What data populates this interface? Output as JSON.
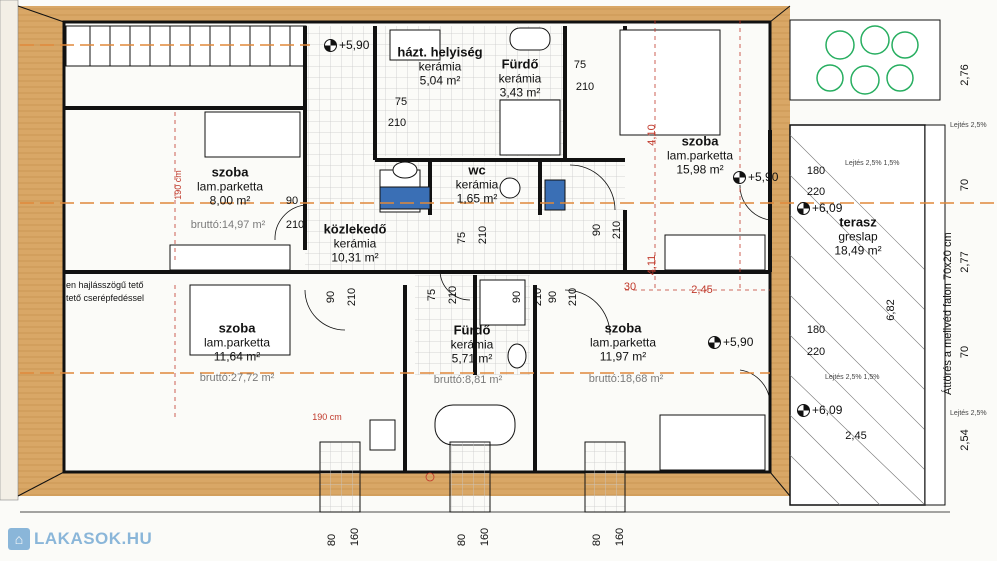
{
  "rooms": [
    {
      "name": "szoba",
      "floor": "lam.parketta",
      "area": "8,00 m²",
      "gross": "bruttó:14,97 m²"
    },
    {
      "name": "szoba",
      "floor": "lam.parketta",
      "area": "11,64 m²",
      "gross": "bruttó:27,72 m²"
    },
    {
      "name": "közlekedő",
      "floor": "kerámia",
      "area": "10,31 m²",
      "gross": ""
    },
    {
      "name": "házt. helyiség",
      "floor": "kerámia",
      "area": "5,04 m²",
      "gross": ""
    },
    {
      "name": "Fürdő",
      "floor": "kerámia",
      "area": "3,43 m²",
      "gross": ""
    },
    {
      "name": "wc",
      "floor": "kerámia",
      "area": "1,65 m²",
      "gross": ""
    },
    {
      "name": "Fürdő",
      "floor": "kerámia",
      "area": "5,71 m²",
      "gross": "bruttó:8,81 m²"
    },
    {
      "name": "szoba",
      "floor": "lam.parketta",
      "area": "15,98 m²",
      "gross": ""
    },
    {
      "name": "szoba",
      "floor": "lam.parketta",
      "area": "11,97 m²",
      "gross": "bruttó:18,68 m²"
    },
    {
      "name": "terasz",
      "floor": "greslap",
      "area": "18,49 m²",
      "gross": ""
    }
  ],
  "dimensions": [
    "90",
    "210",
    "90",
    "210",
    "75",
    "210",
    "75",
    "210",
    "75",
    "210",
    "90",
    "210",
    "75",
    "210",
    "90",
    "210",
    "90",
    "210",
    "180",
    "220",
    "180",
    "220",
    "80",
    "160",
    "80",
    "160",
    "80",
    "160"
  ],
  "red_dimensions": [
    "190 cm",
    "190 cm",
    "4,10",
    "4,11",
    "30",
    "2,45"
  ],
  "terrace_dims": [
    "2,76",
    "70",
    "2,77",
    "6,82",
    "70",
    "2,54",
    "2,45"
  ],
  "levels": [
    "+5,90",
    "+5,90",
    "+5,90",
    "+6,09",
    "+6,09"
  ],
  "notes": {
    "roof_note_1": "en hajlásszögű tető",
    "roof_note_2": "tető cserépfedéssel",
    "terrace_note": "Áttörés a mellvéd falon 70x20 cm",
    "slope_a": "Lejtés 2,5%",
    "slope_b": "Lejtés 2,5%  1,5%",
    "slope_c": "Lejtés 2,5%  1,5%",
    "slope_d": "Lejtés 2,5%"
  },
  "watermark": "LAKASOK.HU",
  "colors": {
    "wall": "#111111",
    "roof_wood": "#d9a766",
    "ridge": "#e0883a",
    "tile_grid": "#c9c9c9",
    "red_dim": "#c0392b",
    "tree": "#27ae60"
  }
}
